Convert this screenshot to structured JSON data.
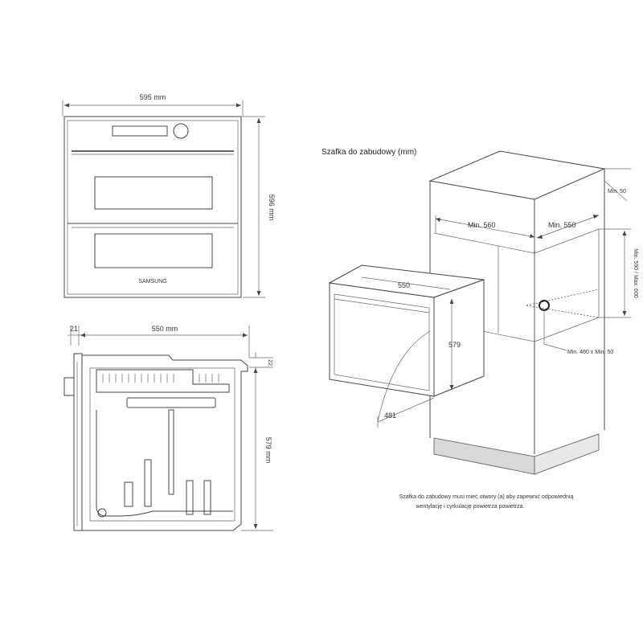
{
  "front_view": {
    "width_label": "595 mm",
    "height_label": "596 mm",
    "brand": "SAMSUNG"
  },
  "side_view": {
    "front_depth_label": "21",
    "depth_label": "550 mm",
    "top_gap_label": "22",
    "height_label": "579 mm"
  },
  "cabinet": {
    "title": "Szafka do zabudowy (mm)",
    "min_top": "Min. 50",
    "min_width": "Min. 560",
    "min_depth": "Min. 550",
    "height_range": "Min. 590 / Max. 600",
    "vent_range": "Min. 460 x Min. 50",
    "oven_depth": "550",
    "oven_height": "579",
    "door_swing": "481"
  },
  "note": {
    "line1": "Szafka do zabudowy musi mieć otwory (a) aby zapewnić odpowiednią",
    "line2": "wentylację i cyrkulację powietrza powietrza."
  }
}
